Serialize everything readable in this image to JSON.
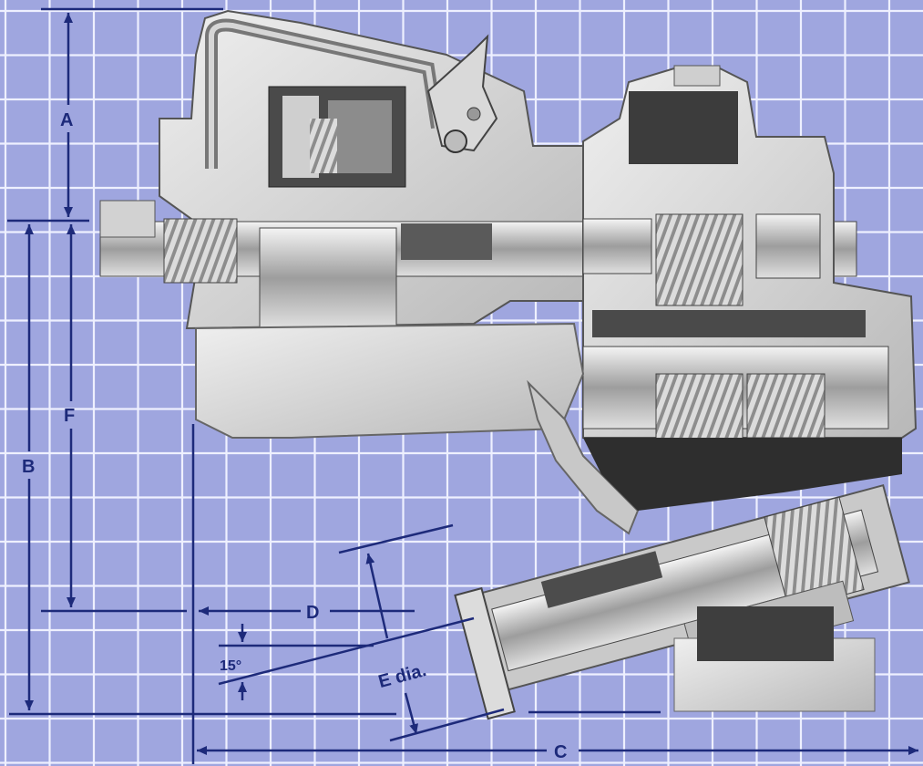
{
  "labels": {
    "a": "A",
    "b": "B",
    "c": "C",
    "d": "D",
    "e": "E dia.",
    "f": "F",
    "angle": "15°"
  },
  "colors": {
    "background": "#9fa6df",
    "grid": "#eef0ff",
    "dimension": "#1d2a7a",
    "metal_light": "#e2e2e2",
    "metal_mid": "#b4b4b4",
    "metal_dark": "#3a3a3a"
  }
}
